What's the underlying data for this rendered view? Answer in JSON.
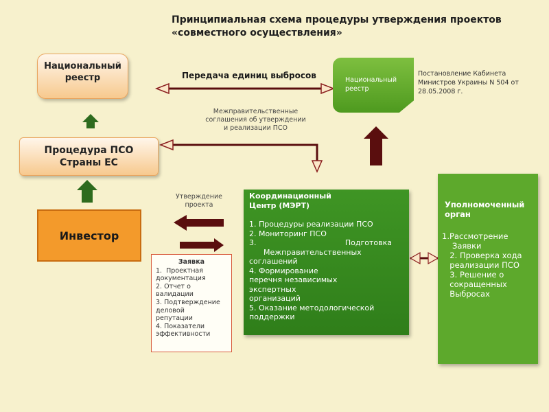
{
  "title": [
    "Принципиальная схема процедуры утверждения проектов",
    "«совместного осуществления»"
  ],
  "boxes": {
    "national_registry_left": [
      "Национальный",
      "реестр"
    ],
    "pso_procedure": [
      "Процедура ПСО",
      "Страны ЕС"
    ],
    "investor": "Инвестор",
    "national_registry_right": [
      "Национальный",
      "реестр"
    ],
    "coordination_center": {
      "title": [
        "Координационный",
        "Центр (МЭРТ)"
      ],
      "lines": [
        "1. Процедуры реализации ПСО",
        "2. Мониторинг ПСО",
        "3.                                     Подготовка",
        "      Межправительственных",
        "соглашений",
        "4. Формирование",
        "перечня независимых",
        "экспертных",
        "организаций",
        "5. Оказание методологической",
        "поддержки"
      ]
    },
    "authorized_body": {
      "title": [
        "Уполномоченный",
        "орган"
      ],
      "lines": [
        "1.Рассмотрение",
        "   Заявки",
        "  2. Проверка хода",
        "  реализации ПСО",
        "  3. Решение о",
        "  сокращенных",
        "  Выбросах"
      ]
    },
    "application": {
      "title": "Заявка",
      "lines": [
        "1.  Проектная",
        "документация",
        "2. Отчет о",
        "валидации",
        "3. Подтверждение",
        "деловой",
        "репутации",
        "4. Показатели",
        "эффективности"
      ]
    }
  },
  "labels": {
    "transfer": "Передача единиц выбросов",
    "agreements": [
      "Межправительственные",
      "соглашения об утверждении",
      "и реализации ПСО"
    ],
    "approval": [
      "Утверждение",
      "проекта"
    ],
    "resolution": [
      "Постановление Кабинета",
      "Министров Украины N 504 от",
      "28.05.2008 г."
    ]
  },
  "colors": {
    "background": "#f7f1cd",
    "orange_box": "#f39a2b",
    "green_dark": "#2f7e1a",
    "green_light": "#5da92c",
    "arrow_dark_red": "#6b1414",
    "arrow_green": "#2e6b1e"
  }
}
